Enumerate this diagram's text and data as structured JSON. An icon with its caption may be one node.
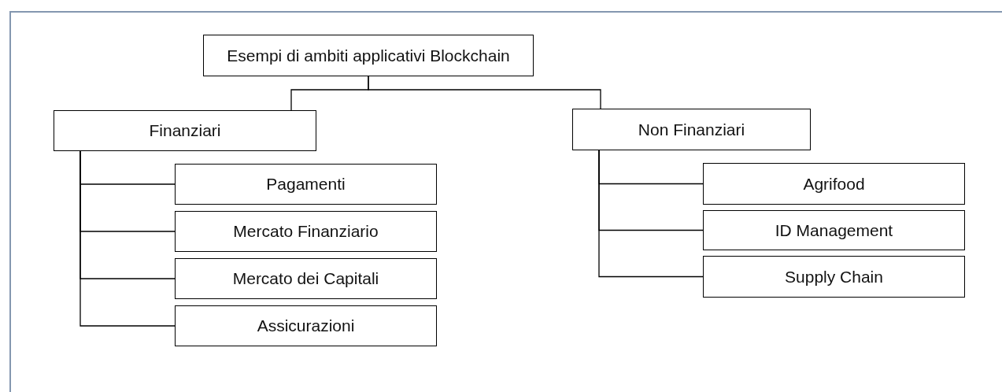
{
  "diagram": {
    "nodes": [
      {
        "text": [
          "Esempi di ambiti applicativi Blockchain"
        ]
      },
      {
        "text": [
          "Finanziari"
        ]
      },
      {
        "text": [
          "Non Finanziari"
        ]
      },
      {
        "text": [
          "Pagamenti"
        ]
      },
      {
        "text": [
          "Mercato Finanziario"
        ]
      },
      {
        "text": [
          "Mercato dei Capitali"
        ]
      },
      {
        "text": [
          "Assicurazioni"
        ]
      },
      {
        "text": [
          "Agrifood"
        ]
      },
      {
        "text": [
          "ID Management"
        ]
      },
      {
        "text": [
          "Supply Chain"
        ]
      }
    ],
    "edges": [
      {
        "from": 0,
        "to": 1,
        "arrow": "none"
      },
      {
        "from": 0,
        "to": 2,
        "arrow": "none"
      },
      {
        "from": 1,
        "to": 3,
        "arrow": "none"
      },
      {
        "from": 1,
        "to": 4,
        "arrow": "none"
      },
      {
        "from": 1,
        "to": 5,
        "arrow": "none"
      },
      {
        "from": 1,
        "to": 6,
        "arrow": "none"
      },
      {
        "from": 2,
        "to": 7,
        "arrow": "none"
      },
      {
        "from": 2,
        "to": 8,
        "arrow": "none"
      },
      {
        "from": 2,
        "to": 9,
        "arrow": "none"
      }
    ]
  }
}
